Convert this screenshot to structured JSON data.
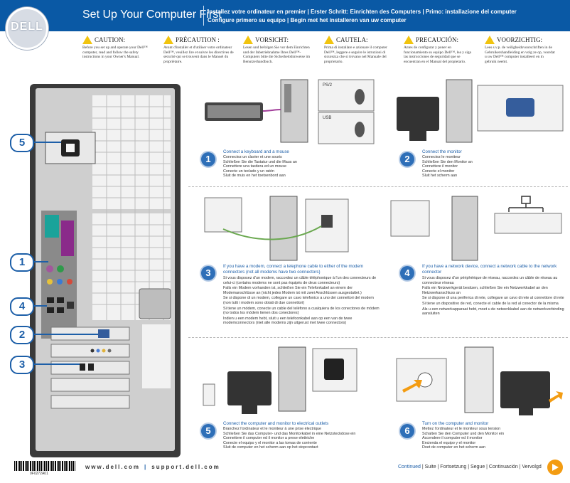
{
  "header": {
    "logo": "DELL",
    "title": "Set Up Your Computer First",
    "subtitle_line1": "Installez votre ordinateur en premier | Erster Schritt: Einrichten des Computers | Primo: installazione del computer",
    "subtitle_line2": "Configure primero su equipo | Begin met het installeren van uw computer"
  },
  "cautions": [
    {
      "title": "CAUTION:",
      "text": "Before you set up and operate your Dell™ computer, read and follow the safety instructions in your Owner's Manual."
    },
    {
      "title": "PRÉCAUTION :",
      "text": "Avant d'installer et d'utiliser votre ordinateur Dell™, veuillez lire et suivre les directives de sécurité qui se trouvent dans le Manuel du propriétaire."
    },
    {
      "title": "VORSICHT:",
      "text": "Lesen und befolgen Sie vor dem Einrichten und der Inbetriebnahme Ihres Dell™-Computers bitte die Sicherheitshinweise im Benutzerhandbuch."
    },
    {
      "title": "CAUTELA:",
      "text": "Prima di installare e azionare il computer Dell™, leggere e seguire le istruzioni di sicurezza che si trovano nel Manuale del proprietario."
    },
    {
      "title": "PRECAUCIÓN:",
      "text": "Antes de configurar y poner en funcionamiento su equipo Dell™, lea y siga las instrucciones de seguridad que se encuentran en el Manual del propietario."
    },
    {
      "title": "VOORZICHTIG:",
      "text": "Lees s.v.p. de veiligheidsvoorschriften in de Gebruikershandleiding en volg ze op, voordat u uw Dell™ computer installeert en in gebruik neemt."
    }
  ],
  "side_labels": [
    "5",
    "1",
    "4",
    "2",
    "3"
  ],
  "diagram_labels": {
    "ps2": "PS/2",
    "usb": "USB"
  },
  "steps": [
    {
      "num": "1",
      "head": "Connect a keyboard and a mouse",
      "body": [
        "Connectez un clavier et une souris",
        "Schließen Sie die Tastatur und die Maus an",
        "Connettere una tastiera ed un mouse",
        "Conecte un teclado y un ratón",
        "Sluit de muis en het toetsenbord aan"
      ]
    },
    {
      "num": "2",
      "head": "Connect the monitor",
      "body": [
        "Connectez le moniteur",
        "Schließen Sie den Monitor an",
        "Connettere il monitor",
        "Conecte el monitor",
        "Sluit het scherm aan"
      ]
    },
    {
      "num": "3",
      "head": "If you have a modem, connect a telephone cable to either of the modem connectors (not all modems have two connectors)",
      "body": [
        "Si vous disposez d'un modem, raccordez un câble téléphonique à l'un des connecteurs de celui-ci (certains modems ne sont pas équipés de deux connecteurs)",
        "Falls ein Modem vorhanden ist, schließen Sie ein Telefonkabel an einem der Modemanschlüsse an (nicht jedes Modem ist mit zwei Anschlüssen ausgestattet.)",
        "Se si dispone di un modem, collegare un cavo telefonico a uno dei connettori del modem (non tutti i modem sono dotati di due connettori)",
        "Si tiene un módem, conecte un cable del teléfono a cualquiera de los conectores de módem (no todos los módem tienen dos conectores)",
        "Indien u een modem hebt, sluit u een telefoonkabel aan op een van de twee modemconnectors (niet alle modems zijn uitgerust met twee connectors)"
      ]
    },
    {
      "num": "4",
      "head": "If you have a network device, connect a network cable to the network connector",
      "body": [
        "Si vous disposez d'un périphérique de réseau, raccordez un câble de réseau au connecteur réseau",
        "Falls ein Netzwerkgerät besitzen, schließen Sie ein Netzwerkkabel an den Netzwerkanschluss an",
        "Se si dispone di una periferica di rete, collegare un cavo di rete al connettore di rete",
        "Si tiene un dispositivo de red, conecte el cable de la red al conector de la misma",
        "Als u een netwerkapparaat hebt, moet u de netwerkkabel aan de netwerkverbinding aansluiten"
      ]
    },
    {
      "num": "5",
      "head": "Connect the computer and monitor to electrical outlets",
      "body": [
        "Branchez l'ordinateur et le moniteur à une prise électrique",
        "Schließen Sie das Computer- und das Monitorkabel in eine Netzsteckdose ein",
        "Connettere il computer ed il monitor a prese elettriche",
        "Conecte el equipo y el monitor a las tomas de corriente",
        "Sluit de computer en het scherm aan op het stopcontact"
      ]
    },
    {
      "num": "6",
      "head": "Turn on the computer and monitor",
      "body": [
        "Mettez l'ordinateur et le moniteur sous tension",
        "Schalten Sie den Computer und den Monitor ein",
        "Accendere il computer ed il monitor",
        "Encienda el equipo y el monitor",
        "Doet de computer en het scherm aan"
      ]
    }
  ],
  "footer": {
    "url1": "www.dell.com",
    "url2": "support.dell.com",
    "continued": "Continued",
    "continued_rest": "| Suite | Fortsetzung | Segue | Continuación | Vervolgd",
    "barcode": "0F0272A01"
  }
}
